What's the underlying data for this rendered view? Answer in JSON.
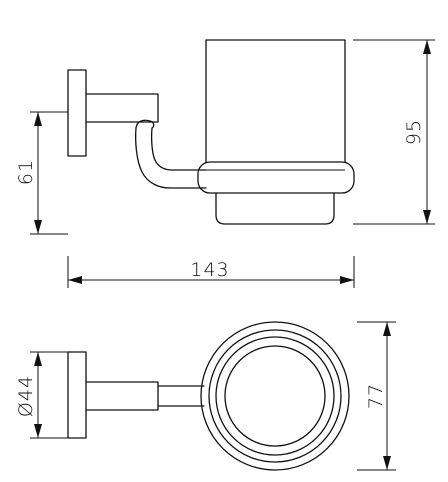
{
  "dimensions": {
    "side_height_cup": "95",
    "side_height_mount": "61",
    "side_width": "143",
    "plate_diameter": "Ø44",
    "top_depth": "77"
  },
  "colors": {
    "line": "#111111",
    "background": "#ffffff"
  }
}
